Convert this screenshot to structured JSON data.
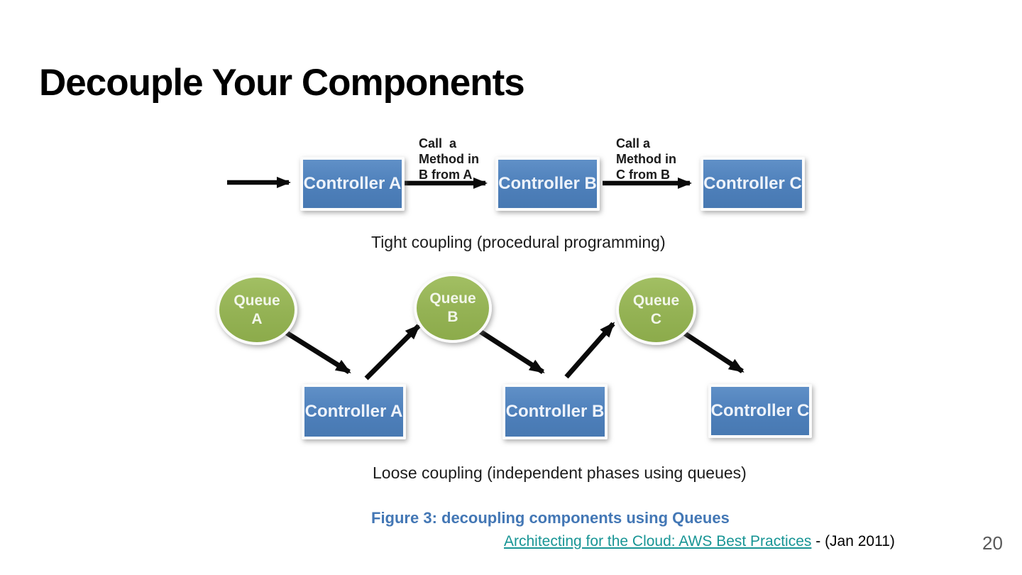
{
  "slide": {
    "title": "Decouple Your Components",
    "page_number": "20"
  },
  "tight_diagram": {
    "controllers": [
      "Controller A",
      "Controller B",
      "Controller C"
    ],
    "arrow_labels": [
      "Call  a\nMethod in\nB from A",
      "Call a\nMethod in\nC from B"
    ],
    "caption": "Tight coupling (procedural programming)"
  },
  "loose_diagram": {
    "queues": [
      {
        "name": "Queue",
        "letter": "A"
      },
      {
        "name": "Queue",
        "letter": "B"
      },
      {
        "name": "Queue",
        "letter": "C"
      }
    ],
    "controllers": [
      "Controller A",
      "Controller B",
      "Controller C"
    ],
    "caption": "Loose coupling (independent phases using queues)"
  },
  "figure_caption": "Figure 3: decoupling components using Queues",
  "footer": {
    "link_text": "Architecting for the Cloud: AWS Best Practices",
    "suffix_text": " - (Jan 2011)"
  },
  "colors": {
    "controller_blue": "#4d7fba",
    "queue_green": "#94b254",
    "figure_caption_blue": "#4377b5",
    "link_teal": "#189595",
    "page_number_gray": "#595959",
    "arrow_black": "#0a0a0a"
  }
}
